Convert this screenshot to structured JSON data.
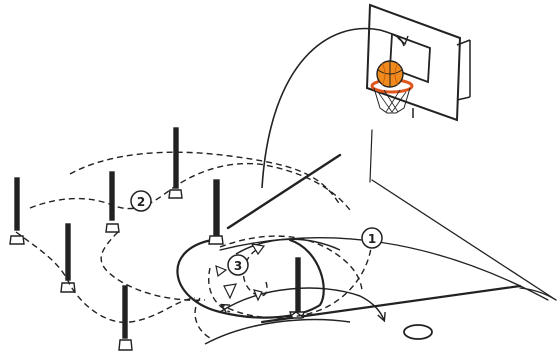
{
  "diagram": {
    "steps": [
      {
        "number": "1"
      },
      {
        "number": "2"
      },
      {
        "number": "3"
      }
    ]
  },
  "colors": {
    "ink": "#222222",
    "ball": "#f08a1c",
    "ball_shadow": "#c85f0a",
    "rim": "#e0551c",
    "background": "#ffffff"
  },
  "icons": [
    "basketball-icon",
    "hoop-icon",
    "backboard-icon",
    "cone-pole-icon",
    "step-marker-icon",
    "shoe-icon"
  ]
}
